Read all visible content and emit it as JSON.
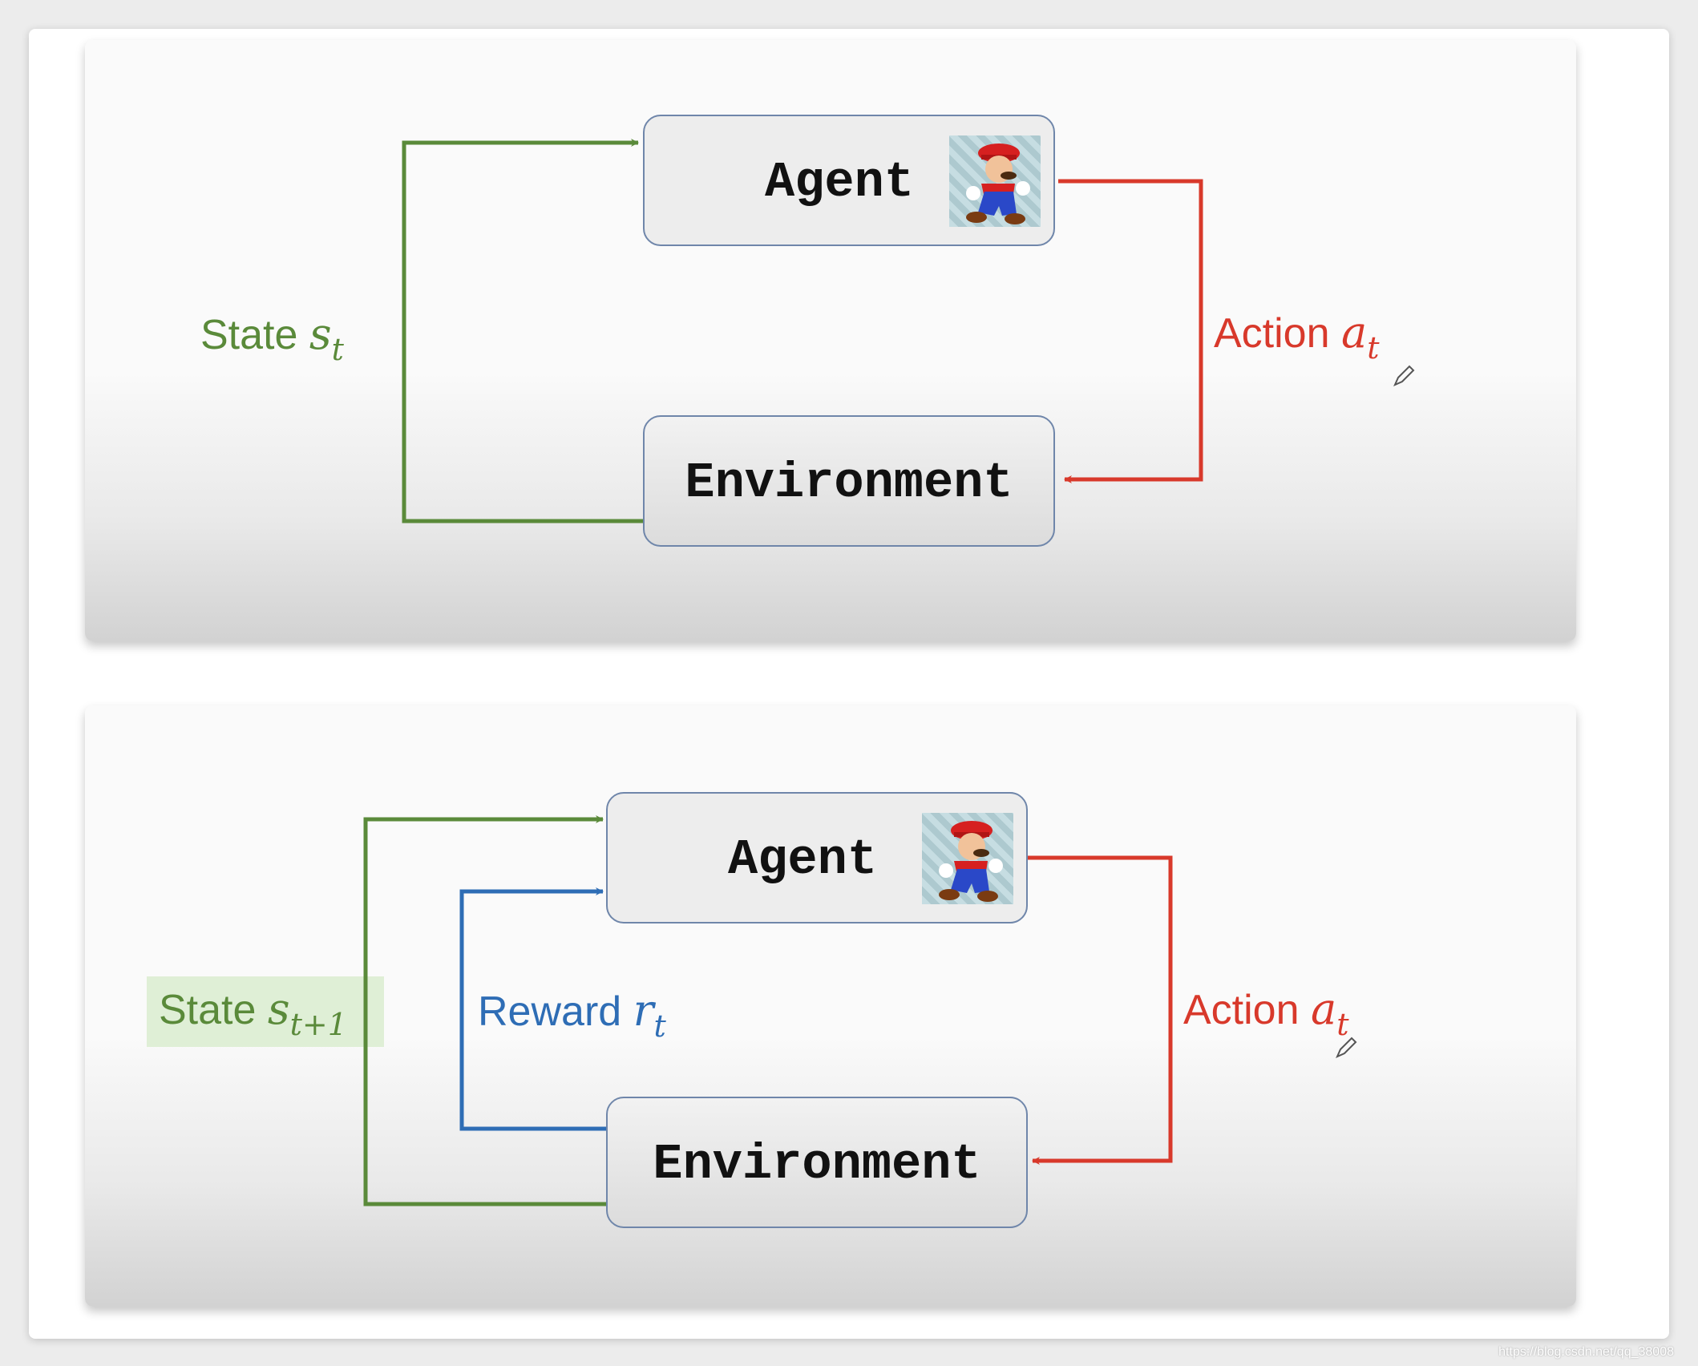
{
  "diagrams": [
    {
      "agent_label": "Agent",
      "environment_label": "Environment",
      "state": {
        "word": "State",
        "symbol": "s",
        "subscript": "t"
      },
      "action": {
        "word": "Action",
        "symbol": "a",
        "subscript": "t"
      }
    },
    {
      "agent_label": "Agent",
      "environment_label": "Environment",
      "state": {
        "word": "State",
        "symbol": "s",
        "subscript": "t+1"
      },
      "reward": {
        "word": "Reward",
        "symbol": "r",
        "subscript": "t"
      },
      "action": {
        "word": "Action",
        "symbol": "a",
        "subscript": "t"
      }
    }
  ],
  "colors": {
    "state": "#5a8a3a",
    "action": "#d8392b",
    "reward": "#2e6db5",
    "box_border": "#6f86aa"
  },
  "icons": [
    "mario-icon",
    "pen-cursor-icon"
  ],
  "watermark": "https://blog.csdn.net/qq_38008"
}
